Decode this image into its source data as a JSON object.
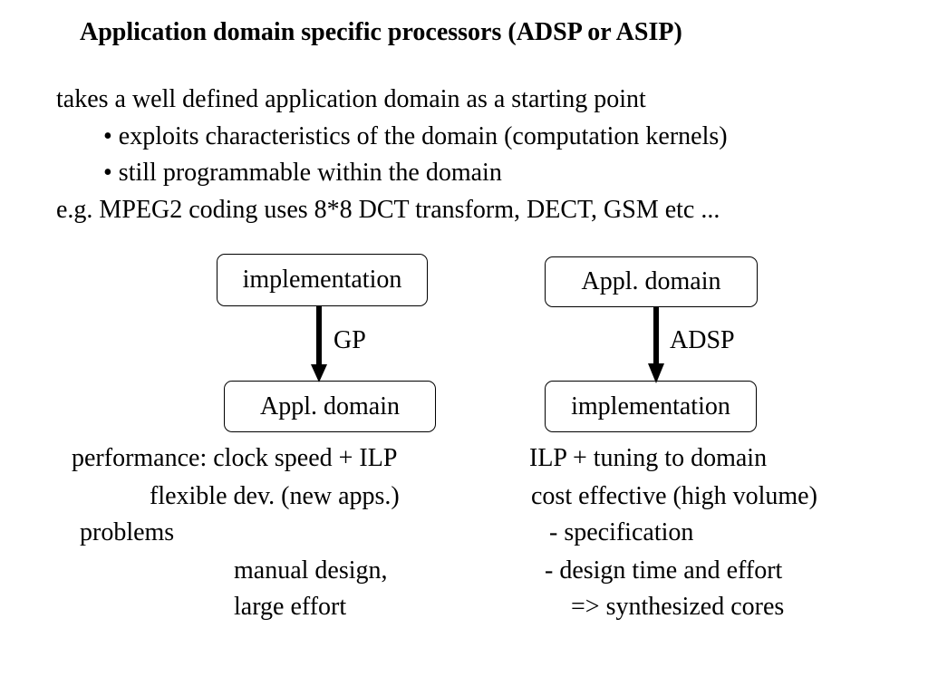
{
  "title": "Application domain specific processors (ADSP or ASIP)",
  "intro": {
    "line1": "takes a well defined application domain as a starting point",
    "bullet1": "• exploits characteristics of the domain (computation kernels)",
    "bullet2": "• still programmable within the domain",
    "example": "e.g. MPEG2 coding uses 8*8 DCT transform, DECT, GSM etc ..."
  },
  "diagram_left": {
    "top_box": "implementation",
    "arrow_label": "GP",
    "bottom_box": "Appl. domain"
  },
  "diagram_right": {
    "top_box": "Appl. domain",
    "arrow_label": "ADSP",
    "bottom_box": "implementation"
  },
  "left_notes": {
    "performance": "performance: clock speed + ILP",
    "flexible": "flexible dev. (new apps.)",
    "problems": "problems",
    "manual": "manual design,",
    "effort": "large effort"
  },
  "right_notes": {
    "ilp": "ILP + tuning to domain",
    "cost": "cost effective (high volume)",
    "spec": "- specification",
    "design_time": "- design time and effort",
    "synth": "=> synthesized cores"
  }
}
